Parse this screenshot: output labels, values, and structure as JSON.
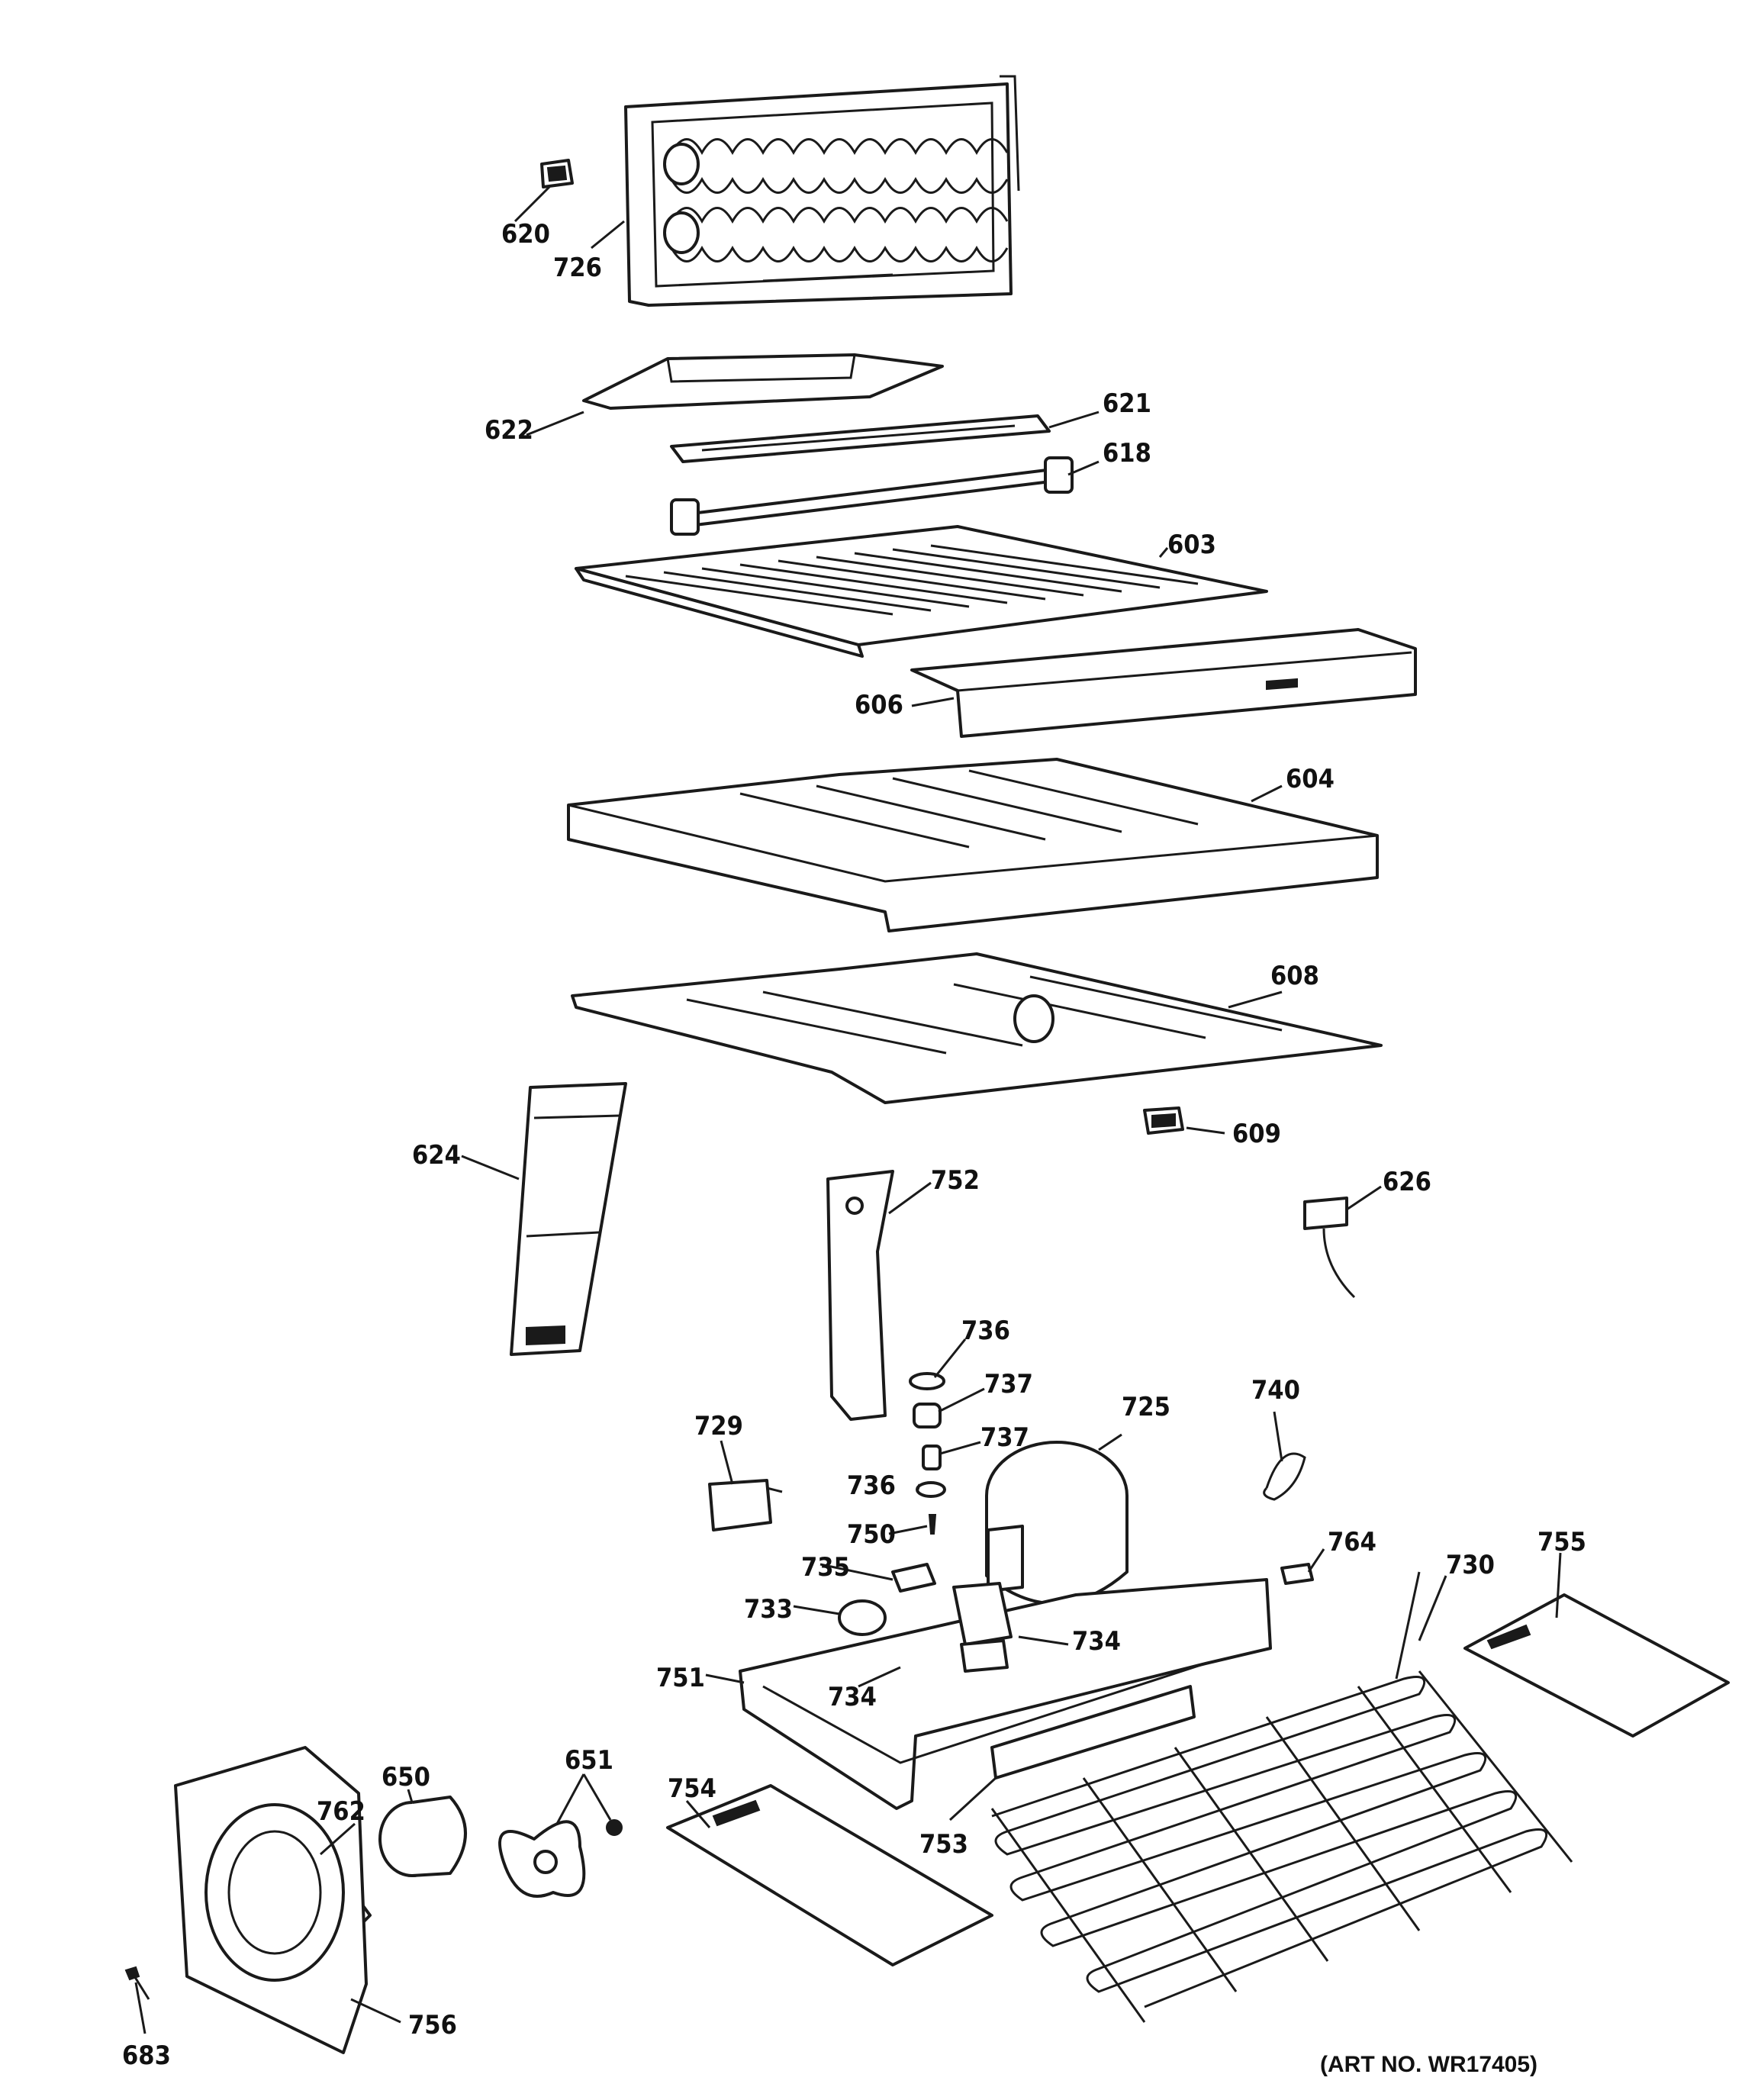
{
  "diagram": {
    "art_number": "(ART NO. WR17405)",
    "callouts": {
      "c620": "620",
      "c726": "726",
      "c622": "622",
      "c621": "621",
      "c618": "618",
      "c603": "603",
      "c606": "606",
      "c604": "604",
      "c608": "608",
      "c609": "609",
      "c624": "624",
      "c752": "752",
      "c626": "626",
      "c736a": "736",
      "c737a": "737",
      "c737b": "737",
      "c729": "729",
      "c725": "725",
      "c740": "740",
      "c736b": "736",
      "c750": "750",
      "c735": "735",
      "c764": "764",
      "c730": "730",
      "c755": "755",
      "c733": "733",
      "c734a": "734",
      "c734b": "734",
      "c751": "751",
      "c651": "651",
      "c754": "754",
      "c753": "753",
      "c762": "762",
      "c650": "650",
      "c756": "756",
      "c683": "683"
    }
  }
}
